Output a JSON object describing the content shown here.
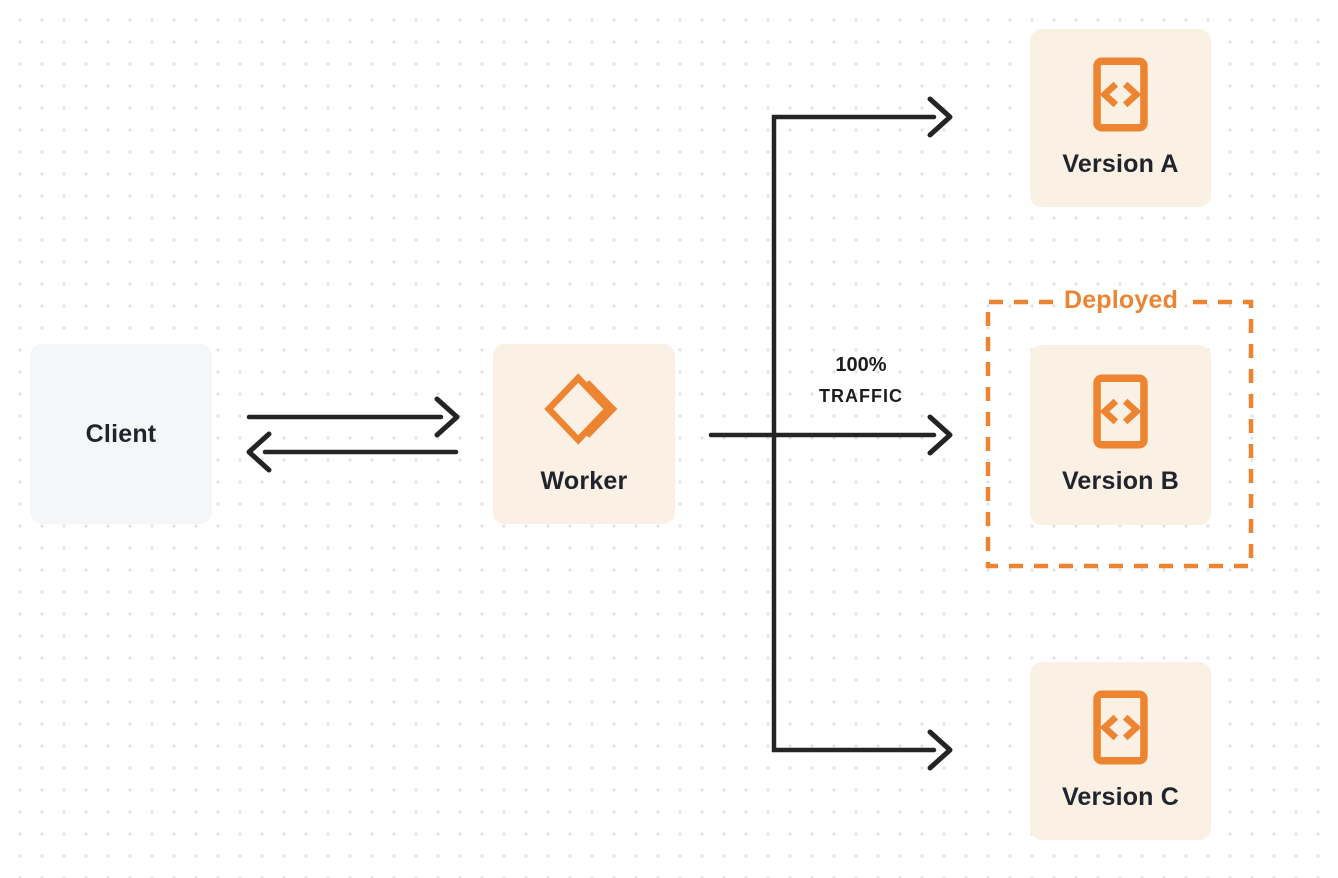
{
  "diagram": {
    "nodes": {
      "client": {
        "label": "Client"
      },
      "worker": {
        "label": "Worker"
      },
      "version_a": {
        "label": "Version A"
      },
      "version_b": {
        "label": "Version B"
      },
      "version_c": {
        "label": "Version C"
      }
    },
    "annotations": {
      "deployed_label": "Deployed",
      "traffic_line1": "100%",
      "traffic_line2": "TRAFFIC"
    },
    "icons": {
      "worker_icon": "workers-double-chevron-diamond-icon",
      "version_icon": "code-document-icon"
    },
    "edges": [
      {
        "from": "client",
        "to": "worker",
        "type": "request-arrow"
      },
      {
        "from": "worker",
        "to": "client",
        "type": "response-arrow"
      },
      {
        "from": "worker",
        "to": "version_a",
        "type": "branch-arrow"
      },
      {
        "from": "worker",
        "to": "version_b",
        "type": "branch-arrow",
        "label": "100% TRAFFIC"
      },
      {
        "from": "worker",
        "to": "version_c",
        "type": "branch-arrow"
      }
    ],
    "colors": {
      "accent_orange": "#ED8432",
      "card_cream": "#FAF0E3",
      "card_gray": "#F5F6F8",
      "wire_dark": "#242424",
      "text_dark": "#20242C",
      "dot_grid": "#E3E3E3",
      "background": "#FFFFFF"
    }
  }
}
